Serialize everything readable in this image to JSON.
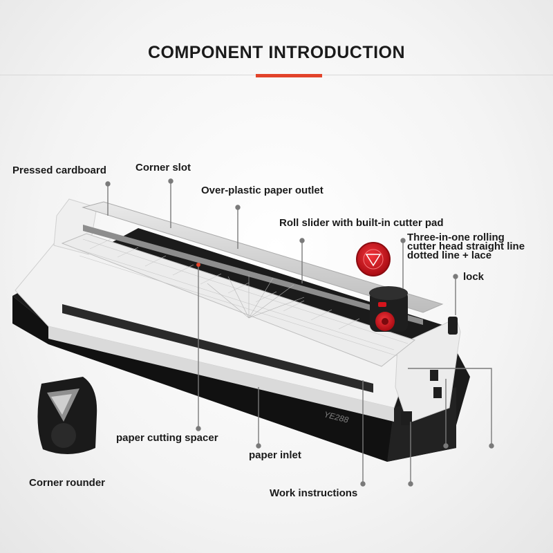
{
  "header": {
    "title": "COMPONENT INTRODUCTION"
  },
  "colors": {
    "accent": "#e2432a",
    "body_white": "#f4f4f4",
    "base_black": "#141414",
    "cutter_red": "#d5141c"
  },
  "product": {
    "model": "YE288"
  },
  "labels": {
    "pressed_cardboard": "Pressed cardboard",
    "corner_slot": "Corner slot",
    "paper_outlet": "Over-plastic paper outlet",
    "roll_slider": "Roll slider with built-in cutter pad",
    "cutter_head_1": "Three-in-one rolling",
    "cutter_head_2": "cutter head straight line",
    "cutter_head_3": "dotted line + lace",
    "lock": "lock",
    "cutting_spacer": "paper cutting spacer",
    "paper_inlet": "paper inlet",
    "corner_rounder": "Corner rounder",
    "work_instructions": "Work instructions"
  }
}
